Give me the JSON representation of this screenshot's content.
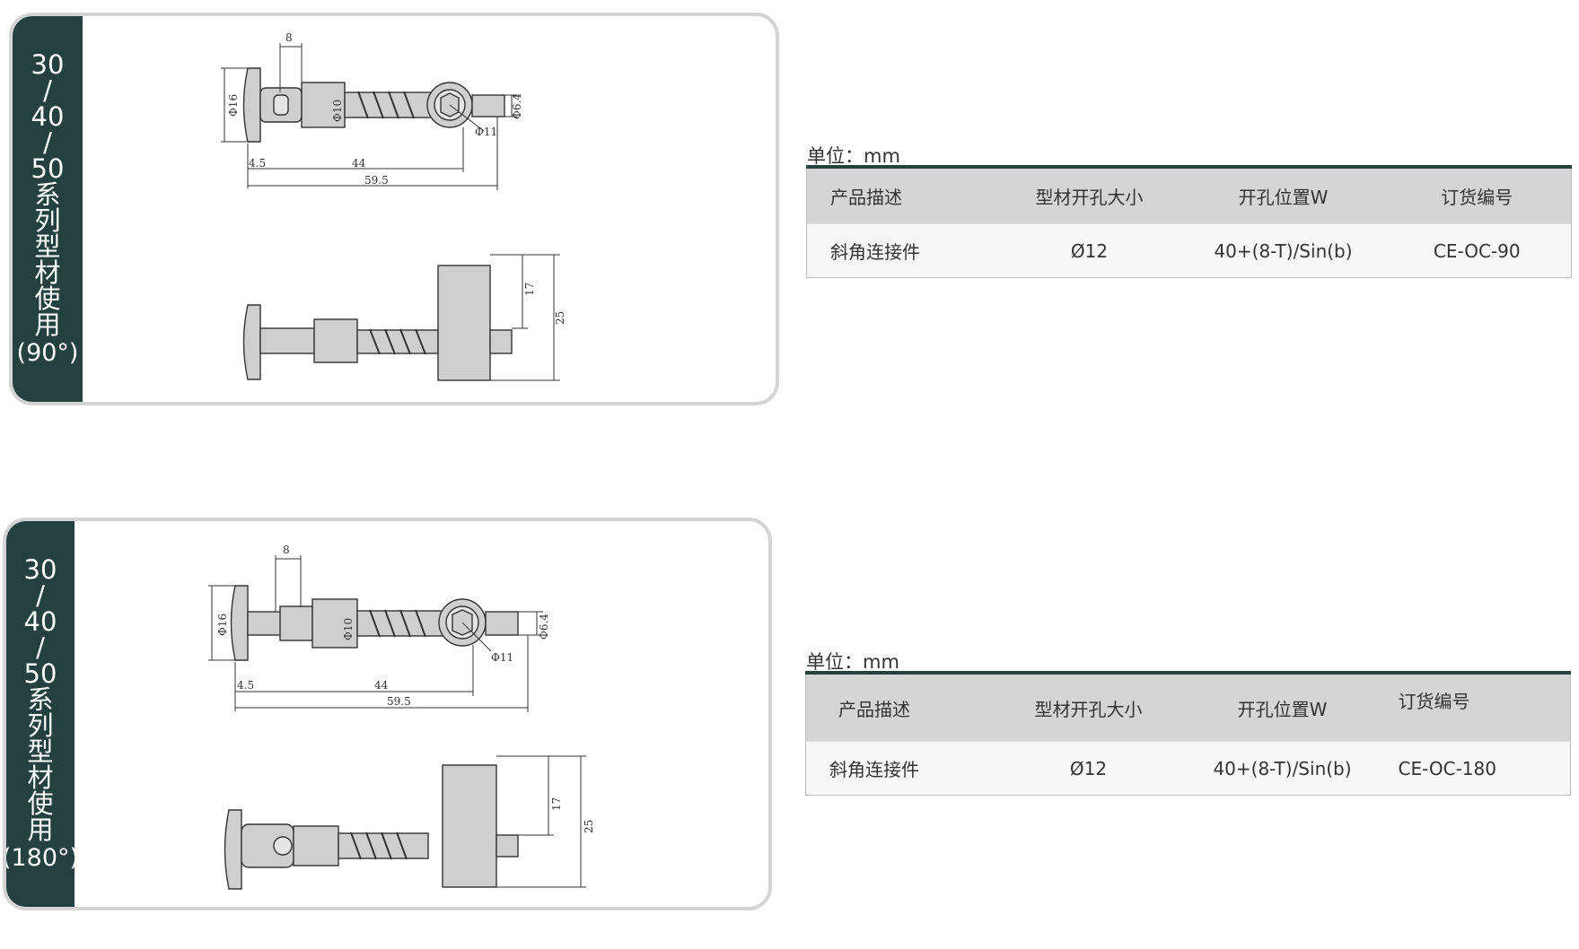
{
  "sections": [
    {
      "side_label": {
        "series": [
          "30",
          "/",
          "40",
          "/",
          "50"
        ],
        "chars": [
          "系",
          "列",
          "型",
          "材",
          "使",
          "用"
        ],
        "angle": "(90°)"
      },
      "dims": {
        "top_width": "8",
        "head_dia": "Φ16",
        "body_dia": "Φ10",
        "tip_dia": "Φ6.4",
        "screw_dia": "Φ11",
        "head_len": "4.5",
        "mid_len": "44",
        "total_len": "59.5",
        "block_h": "17",
        "block_total": "25"
      },
      "unit": "单位：mm",
      "table": {
        "headers": [
          "产品描述",
          "型材开孔大小",
          "开孔位置W",
          "订货编号"
        ],
        "row": [
          "斜角连接件",
          "Ø12",
          "40+(8-T)/Sin(b)",
          "CE-OC-90"
        ]
      }
    },
    {
      "side_label": {
        "series": [
          "30",
          "/",
          "40",
          "/",
          "50"
        ],
        "chars": [
          "系",
          "列",
          "型",
          "材",
          "使",
          "用"
        ],
        "angle": "(180°)"
      },
      "dims": {
        "top_width": "8",
        "head_dia": "Φ16",
        "body_dia": "Φ10",
        "tip_dia": "Φ6.4",
        "screw_dia": "Φ11",
        "head_len": "4.5",
        "mid_len": "44",
        "total_len": "59.5",
        "block_h": "17",
        "block_total": "25"
      },
      "unit": "单位：mm",
      "table": {
        "headers": [
          "产品描述",
          "型材开孔大小",
          "开孔位置W",
          "订货编号"
        ],
        "row": [
          "斜角连接件",
          "Ø12",
          "40+(8-T)/Sin(b)",
          "CE-OC-180"
        ]
      }
    }
  ],
  "colors": {
    "accent": "#24403f",
    "frame": "#d4d4d4",
    "part_fill": "#cfcfcf",
    "header_bg": "#d5d5d5"
  }
}
